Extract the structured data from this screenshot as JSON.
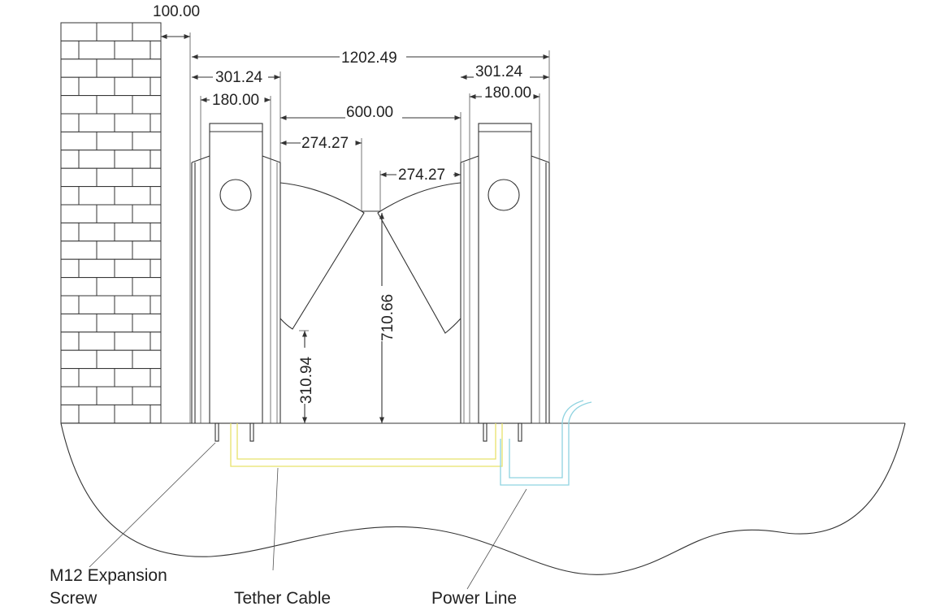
{
  "dimensions": {
    "wall_gap": "100.00",
    "overall_width": "1202.49",
    "left_cabinet_width": "301.24",
    "left_cabinet_core": "180.00",
    "passage_width": "600.00",
    "left_wing_reach": "274.27",
    "right_wing_reach": "274.27",
    "right_cabinet_width": "301.24",
    "right_cabinet_core": "180.00",
    "wing_height": "710.66",
    "wing_bottom_height": "310.94"
  },
  "labels": {
    "expansion_screw_line1": "M12 Expansion",
    "expansion_screw_line2": "Screw",
    "tether_cable": "Tether Cable",
    "power_line": "Power Line"
  },
  "colors": {
    "line": "#333333",
    "tether_cable": "#e8e26a",
    "power_line": "#8fd3e0"
  }
}
